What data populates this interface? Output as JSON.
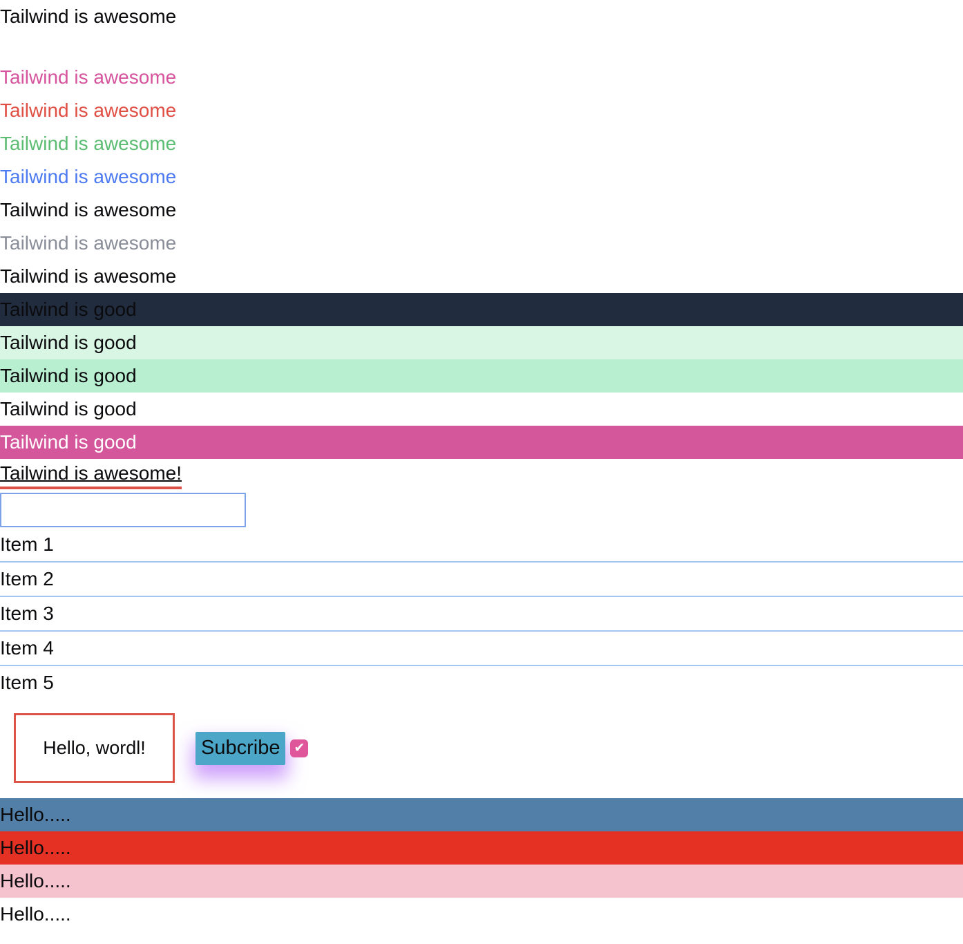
{
  "page": {
    "heading": "Tailwind is awesome",
    "colored_lines": [
      {
        "text": "Tailwind is awesome",
        "color": "#d6549d"
      },
      {
        "text": "Tailwind is awesome",
        "color": "#e04f44"
      },
      {
        "text": "Tailwind is awesome",
        "color": "#5cbd72"
      },
      {
        "text": "Tailwind is awesome",
        "color": "#4d7af0"
      },
      {
        "text": "Tailwind is awesome",
        "color": "#0b0b0e"
      },
      {
        "text": "Tailwind is awesome",
        "color": "#898d97"
      },
      {
        "text": "Tailwind is awesome",
        "color": "#0b0b0e"
      }
    ],
    "good_bars": [
      {
        "text": "Tailwind is good",
        "bg": "#212c3e",
        "color": "#0b0b0e"
      },
      {
        "text": "Tailwind is good",
        "bg": "#d9f6e4",
        "color": "#0b0b0e"
      },
      {
        "text": "Tailwind is good",
        "bg": "#b8efd1",
        "color": "#0b0b0e"
      },
      {
        "text": "Tailwind is good",
        "bg": "#ffffff",
        "color": "#0b0b0e"
      },
      {
        "text": "Tailwind is good",
        "bg": "#d4569b",
        "color": "#ffffff"
      }
    ],
    "underlined_line": {
      "text": "Tailwind is awesome!",
      "underline_color": "#dd5146"
    },
    "input": {
      "value": "",
      "placeholder": "",
      "border_color": "#7ba2eb"
    },
    "list": {
      "divider_color": "#a5c6f3",
      "items": [
        "Item 1",
        "Item 2",
        "Item 3",
        "Item 4",
        "Item 5"
      ]
    },
    "hello_box": {
      "text": "Hello, wordl!",
      "border_color": "#dc5347"
    },
    "subscribe_button": {
      "label": "Subcribe",
      "bg": "#4ba6c8",
      "shadow_color": "#a855f7"
    },
    "checkbox": {
      "checked": true,
      "bg": "#df569b",
      "check_icon": "✔"
    },
    "bottom_rows": [
      {
        "text": "Hello.....",
        "bg": "#527fa8",
        "color": "#0b0b0e"
      },
      {
        "text": "Hello.....",
        "bg": "#e53024",
        "color": "#0b0b0e"
      },
      {
        "text": "Hello.....",
        "bg": "#f4c3ce",
        "color": "#0b0b0e"
      },
      {
        "text": "Hello.....",
        "bg": "#ffffff",
        "color": "#0b0b0e"
      }
    ]
  }
}
